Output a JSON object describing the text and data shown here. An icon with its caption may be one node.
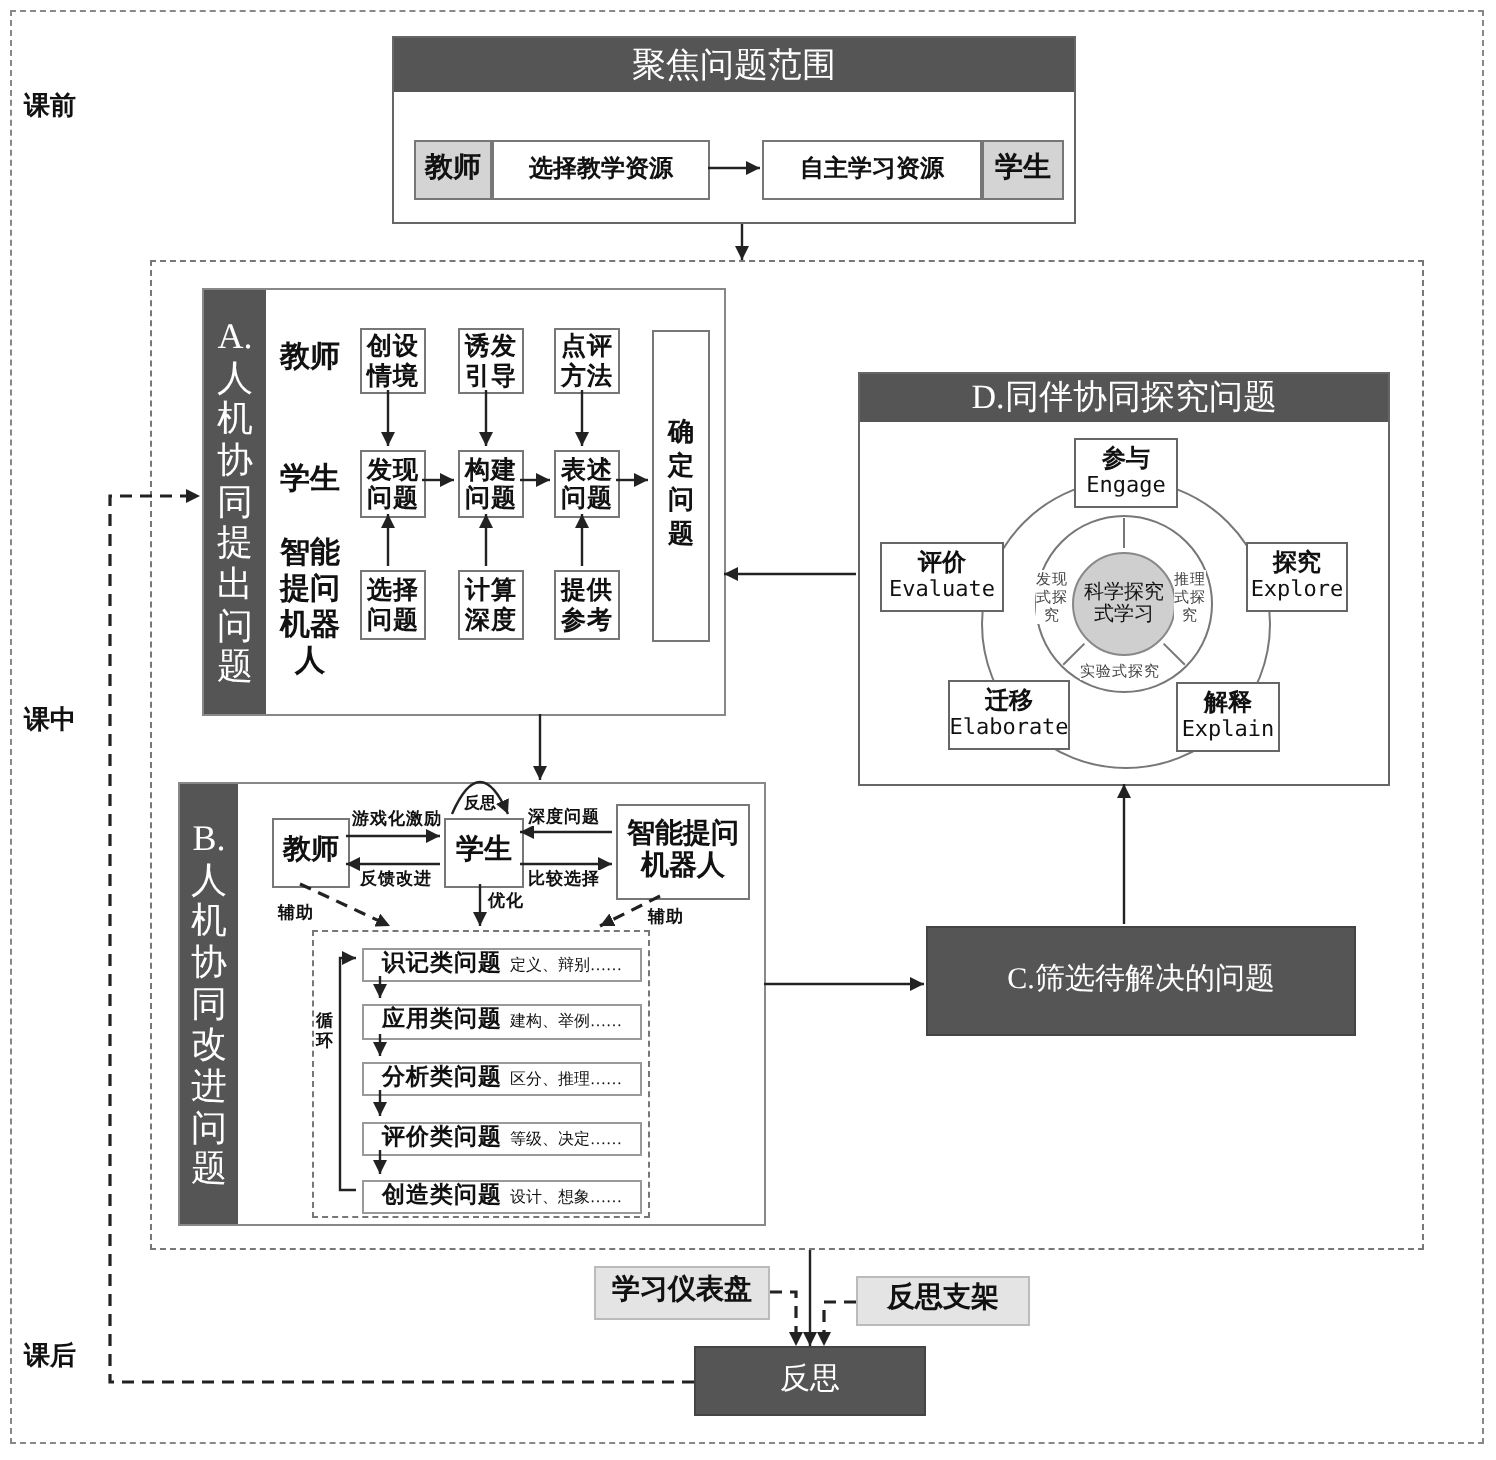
{
  "diagram": {
    "nodes": [
      {
        "text": [
          "聚焦问题范围"
        ]
      },
      {
        "text": [
          "教师"
        ],
        "in": 0
      },
      {
        "text": [
          "选择教学资源"
        ],
        "in": 0
      },
      {
        "text": [
          "自主学习资源"
        ],
        "in": 0
      },
      {
        "text": [
          "学生"
        ],
        "in": 0
      },
      {
        "text": [],
        "shape": "box"
      },
      {
        "text": [
          "A.人机协同提出问题"
        ],
        "in": 5
      },
      {
        "text": [
          "创设情境"
        ],
        "in": 6
      },
      {
        "text": [
          "诱发引导"
        ],
        "in": 6
      },
      {
        "text": [
          "点评方法"
        ],
        "in": 6
      },
      {
        "text": [
          "发现问题"
        ],
        "in": 6
      },
      {
        "text": [
          "构建问题"
        ],
        "in": 6
      },
      {
        "text": [
          "表述问题"
        ],
        "in": 6
      },
      {
        "text": [
          "选择问题"
        ],
        "in": 6
      },
      {
        "text": [
          "计算深度"
        ],
        "in": 6
      },
      {
        "text": [
          "提供参考"
        ],
        "in": 6
      },
      {
        "text": [
          "确定问题"
        ],
        "in": 6
      },
      {
        "text": [
          "D.同伴协同探究问题"
        ],
        "in": 5
      },
      {
        "text": [
          "科学探究式学习"
        ],
        "in": 17
      },
      {
        "text": [
          "参与",
          "Engage"
        ],
        "in": 17
      },
      {
        "text": [
          "探究",
          "Explore"
        ],
        "in": 17
      },
      {
        "text": [
          "解释",
          "Explain"
        ],
        "in": 17
      },
      {
        "text": [
          "迁移",
          "Elaborate"
        ],
        "in": 17
      },
      {
        "text": [
          "评价",
          "Evaluate"
        ],
        "in": 17
      },
      {
        "text": [
          "B.人机协同改进问题"
        ],
        "in": 5
      },
      {
        "text": [
          "教师"
        ],
        "in": 24
      },
      {
        "text": [
          "学生"
        ],
        "in": 24
      },
      {
        "text": [
          "智能提问机器人"
        ],
        "in": 24
      },
      {
        "text": [],
        "shape": "box",
        "in": 24
      },
      {
        "text": [
          "识记类问题",
          "定义、辩别……"
        ],
        "in": 28
      },
      {
        "text": [
          "应用类问题",
          "建构、举例……"
        ],
        "in": 28
      },
      {
        "text": [
          "分析类问题",
          "区分、推理……"
        ],
        "in": 28
      },
      {
        "text": [
          "评价类问题",
          "等级、决定……"
        ],
        "in": 28
      },
      {
        "text": [
          "创造类问题",
          "设计、想象……"
        ],
        "in": 28
      },
      {
        "text": [
          "C.筛选待解决的问题"
        ],
        "in": 5
      },
      {
        "text": [
          "学习仪表盘"
        ]
      },
      {
        "text": [
          "反思支架"
        ]
      },
      {
        "text": [
          "反思"
        ]
      }
    ],
    "edges": [
      {
        "from": 2,
        "to": 3,
        "arrow": "to"
      },
      {
        "from": 0,
        "to": 5,
        "arrow": "to"
      },
      {
        "from": 7,
        "to": 10,
        "arrow": "to"
      },
      {
        "from": 8,
        "to": 11,
        "arrow": "to"
      },
      {
        "from": 9,
        "to": 12,
        "arrow": "to"
      },
      {
        "from": 13,
        "to": 10,
        "arrow": "to"
      },
      {
        "from": 14,
        "to": 11,
        "arrow": "to"
      },
      {
        "from": 15,
        "to": 12,
        "arrow": "to"
      },
      {
        "from": 10,
        "to": 11,
        "arrow": "to"
      },
      {
        "from": 11,
        "to": 12,
        "arrow": "to"
      },
      {
        "from": 12,
        "to": 16,
        "arrow": "to"
      },
      {
        "from": 17,
        "to": 6,
        "arrow": "to"
      },
      {
        "from": 6,
        "to": 24,
        "arrow": "to"
      },
      {
        "from": 25,
        "to": 26,
        "arrow": "to",
        "label": "游戏化激励"
      },
      {
        "from": 26,
        "to": 25,
        "arrow": "to",
        "label": "反馈改进"
      },
      {
        "from": 27,
        "to": 26,
        "arrow": "to",
        "label": "深度问题"
      },
      {
        "from": 26,
        "to": 27,
        "arrow": "to",
        "label": "比较选择"
      },
      {
        "from": 26,
        "to": 26,
        "arrow": "to",
        "label": "反思"
      },
      {
        "from": 26,
        "to": 28,
        "arrow": "to",
        "label": "优化"
      },
      {
        "from": 25,
        "to": 28,
        "arrow": "to",
        "label": "辅助",
        "style": "dashed"
      },
      {
        "from": 27,
        "to": 28,
        "arrow": "to",
        "label": "辅助",
        "style": "dashed"
      },
      {
        "from": 29,
        "to": 30,
        "arrow": "to"
      },
      {
        "from": 30,
        "to": 31,
        "arrow": "to"
      },
      {
        "from": 31,
        "to": 32,
        "arrow": "to"
      },
      {
        "from": 32,
        "to": 33,
        "arrow": "to"
      },
      {
        "from": 33,
        "to": 29,
        "arrow": "to",
        "label": "循环"
      },
      {
        "from": 24,
        "to": 34,
        "arrow": "to"
      },
      {
        "from": 34,
        "to": 17,
        "arrow": "to"
      },
      {
        "from": 5,
        "to": 37,
        "arrow": "to"
      },
      {
        "from": 35,
        "to": 37,
        "arrow": "to",
        "style": "dashed"
      },
      {
        "from": 36,
        "to": 37,
        "arrow": "to",
        "style": "dashed"
      },
      {
        "from": 37,
        "to": 6,
        "arrow": "to",
        "style": "dashed"
      }
    ],
    "labels": [
      "课前",
      "课中",
      "课后",
      "教师",
      "学生",
      "智能提问机器人",
      "发现式探究",
      "推理式探究",
      "实验式探究"
    ]
  }
}
